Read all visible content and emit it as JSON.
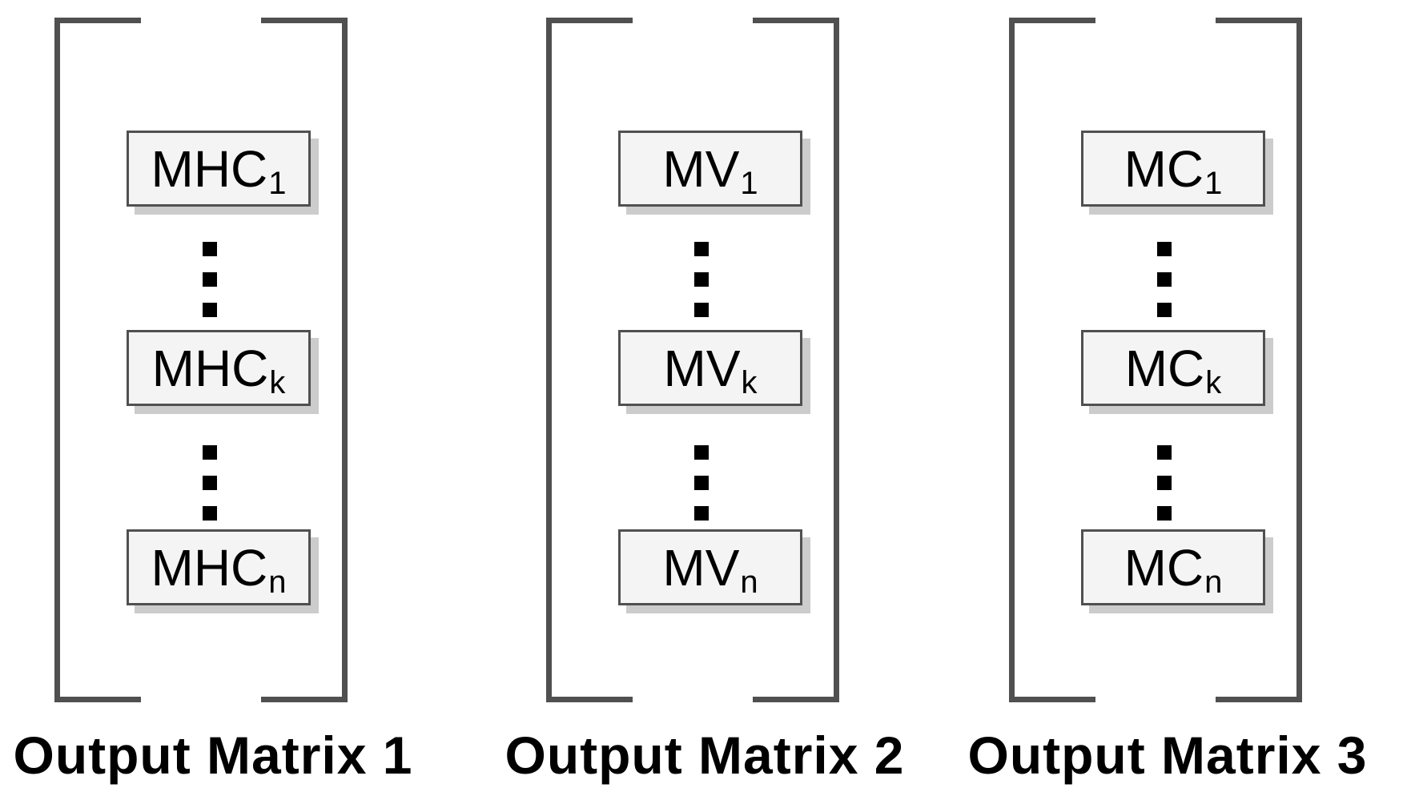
{
  "matrices": [
    {
      "caption": "Output Matrix 1",
      "rows": [
        {
          "base": "MHC",
          "sub": "1"
        },
        {
          "base": "MHC",
          "sub": "k"
        },
        {
          "base": "MHC",
          "sub": "n"
        }
      ]
    },
    {
      "caption": "Output Matrix 2",
      "rows": [
        {
          "base": "MV",
          "sub": "1"
        },
        {
          "base": "MV",
          "sub": "k"
        },
        {
          "base": "MV",
          "sub": "n"
        }
      ]
    },
    {
      "caption": "Output Matrix 3",
      "rows": [
        {
          "base": "MC",
          "sub": "1"
        },
        {
          "base": "MC",
          "sub": "k"
        },
        {
          "base": "MC",
          "sub": "n"
        }
      ]
    }
  ],
  "colors": {
    "bracket": "#505050",
    "box_fill": "#f4f4f4",
    "box_shadow": "#cccccc",
    "text": "#000000"
  }
}
